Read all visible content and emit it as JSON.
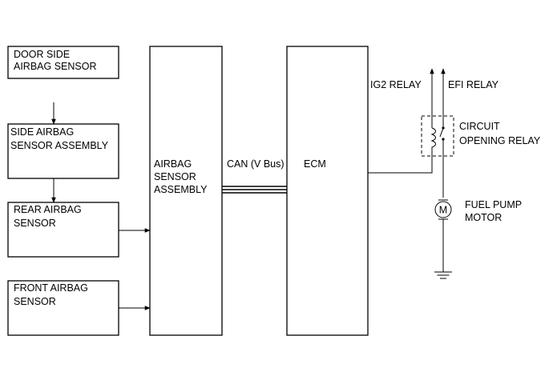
{
  "blocks": {
    "door_side_sensor": [
      "DOOR SIDE",
      "AIRBAG SENSOR"
    ],
    "side_sensor_assembly": [
      "SIDE AIRBAG",
      "SENSOR ASSEMBLY"
    ],
    "rear_sensor": [
      "REAR AIRBAG",
      "SENSOR"
    ],
    "front_sensor": [
      "FRONT AIRBAG",
      "SENSOR"
    ],
    "airbag_sensor_assembly": [
      "AIRBAG",
      "SENSOR",
      "ASSEMBLY"
    ],
    "ecm": "ECM"
  },
  "labels": {
    "can_bus": "CAN (V Bus)",
    "ig2_relay": "IG2 RELAY",
    "efi_relay": "EFI RELAY",
    "circuit_opening_relay": [
      "CIRCUIT",
      "OPENING RELAY"
    ],
    "fuel_pump_motor": [
      "FUEL PUMP",
      "MOTOR"
    ],
    "motor_symbol": "M"
  }
}
